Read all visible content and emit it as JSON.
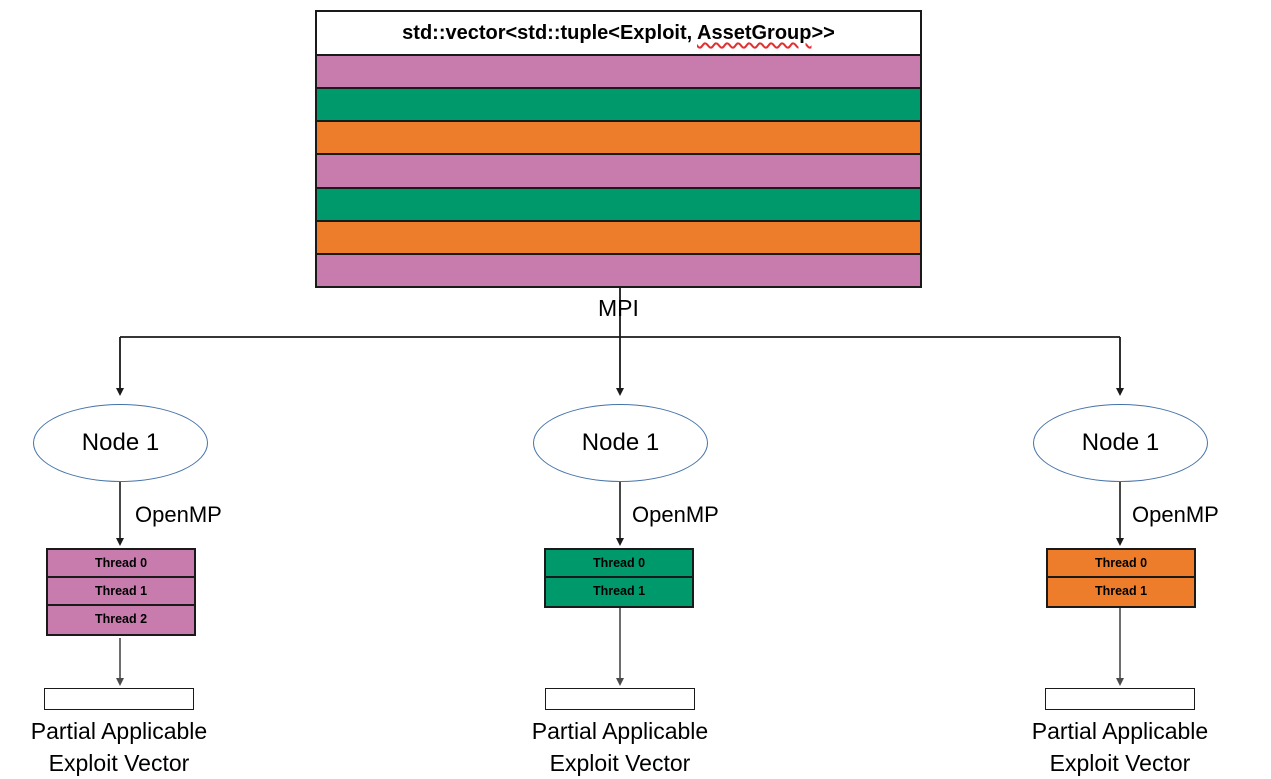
{
  "diagram": {
    "vector_block": {
      "title_prefix": "std::vector<std::tuple<Exploit, ",
      "title_misspelled": "AssetGroup",
      "title_suffix": ">>",
      "title_full": "std::vector<std::tuple<Exploit, AssetGroup>>",
      "stripes": [
        {
          "color": "#c87bad",
          "name": "stripe-pink-1"
        },
        {
          "color": "#00996b",
          "name": "stripe-green-1"
        },
        {
          "color": "#ee7d2b",
          "name": "stripe-orange-1"
        },
        {
          "color": "#c87bad",
          "name": "stripe-pink-2"
        },
        {
          "color": "#00996b",
          "name": "stripe-green-2"
        },
        {
          "color": "#ee7d2b",
          "name": "stripe-orange-2"
        },
        {
          "color": "#c87bad",
          "name": "stripe-pink-3"
        }
      ]
    },
    "mpi_label": "MPI",
    "branches": [
      {
        "node_label": "Node 1",
        "openmp_label": "OpenMP",
        "thread_color": "#c87bad",
        "threads": [
          "Thread 0",
          "Thread 1",
          "Thread 2"
        ],
        "output_caption_line1": "Partial Applicable",
        "output_caption_line2": "Exploit Vector"
      },
      {
        "node_label": "Node 1",
        "openmp_label": "OpenMP",
        "thread_color": "#00996b",
        "threads": [
          "Thread 0",
          "Thread 1"
        ],
        "output_caption_line1": "Partial Applicable",
        "output_caption_line2": "Exploit Vector"
      },
      {
        "node_label": "Node 1",
        "openmp_label": "OpenMP",
        "thread_color": "#ee7d2b",
        "threads": [
          "Thread 0",
          "Thread 1"
        ],
        "output_caption_line1": "Partial Applicable",
        "output_caption_line2": "Exploit Vector"
      }
    ],
    "colors": {
      "pink": "#c87bad",
      "green": "#00996b",
      "orange": "#ee7d2b",
      "ellipse_stroke": "#4472a8",
      "line": "#1a1a1a",
      "spellcheck_underline": "#e03030",
      "background": "#ffffff"
    }
  }
}
